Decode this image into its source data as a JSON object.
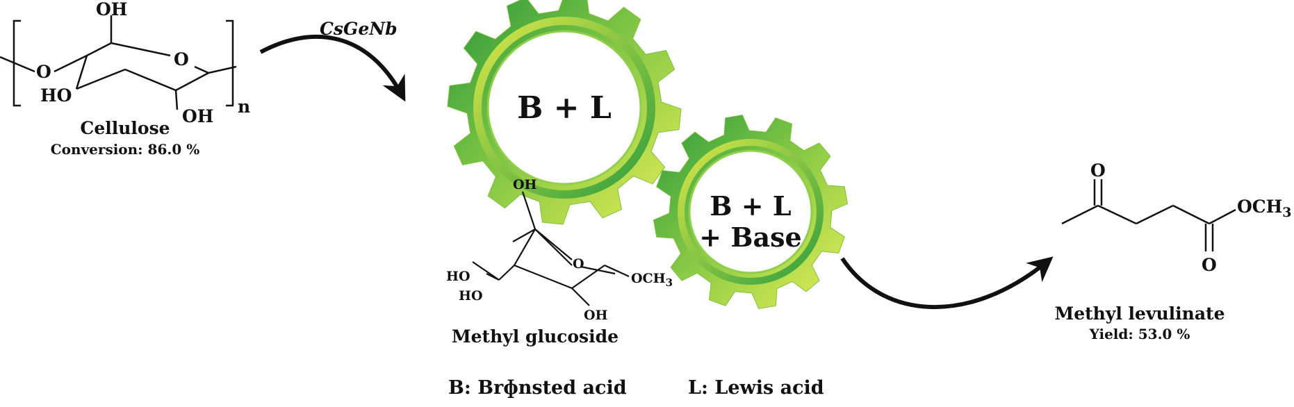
{
  "catalyst_label": "CsGeNb",
  "cellulose": {
    "atoms": {
      "oh_top": "OH",
      "ring_o": "O",
      "chain_o": "O",
      "ho_left": "HO",
      "oh_bottom": "OH",
      "repeat": "n"
    },
    "name": "Cellulose",
    "conversion": "Conversion: 86.0 %"
  },
  "gear_large": {
    "label": "B + L"
  },
  "gear_small": {
    "line1": "B + L",
    "line2": "+ Base"
  },
  "methyl_glucoside": {
    "atoms": {
      "oh_top": "OH",
      "ring_o": "O",
      "och3": "OCH",
      "och3_sub": "3",
      "ho_upper": "HO",
      "ho_lower": "HO",
      "oh_bottom": "OH"
    },
    "name": "Methyl glucoside"
  },
  "methyl_levulinate": {
    "atoms": {
      "ketone_o": "O",
      "ester_o": "O",
      "och3": "OCH",
      "och3_sub": "3"
    },
    "name": "Methyl levulinate",
    "yield": "Yield: 53.0 %"
  },
  "legend": {
    "bronsted": "B: Brɸnsted acid",
    "lewis": "L: Lewis acid"
  },
  "colors": {
    "gear_dark": "#2e9f3e",
    "gear_light": "#dbe84a",
    "ink": "#111111"
  }
}
